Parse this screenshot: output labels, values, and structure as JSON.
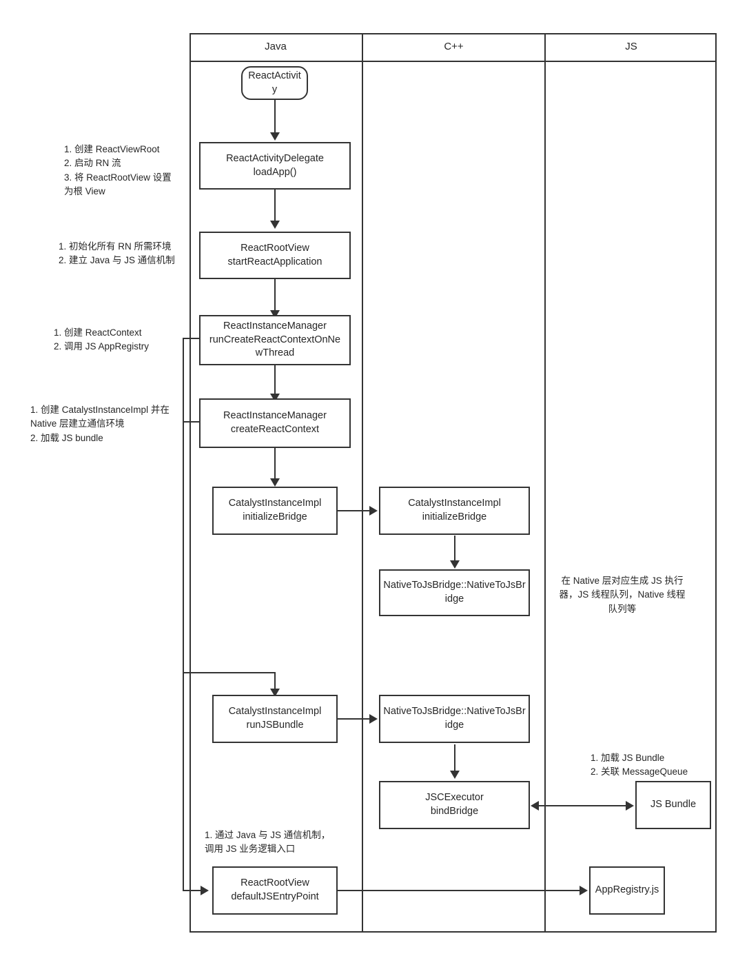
{
  "diagram": {
    "title": "React Native startup flow",
    "line_color": "#333333",
    "text_color": "#262626",
    "background": "#ffffff"
  },
  "lanes": [
    {
      "id": "java",
      "label": "Java"
    },
    {
      "id": "cpp",
      "label": "C++"
    },
    {
      "id": "js",
      "label": "JS"
    }
  ],
  "nodes": {
    "react_activity": {
      "label": "ReactActivit\ny",
      "shape": "stadium",
      "lane": "java"
    },
    "react_activity_delegate": {
      "label": "ReactActivityDelegate\nloadApp()",
      "shape": "rect",
      "lane": "java"
    },
    "react_root_view_start": {
      "label": "ReactRootView\nstartReactApplication",
      "shape": "rect",
      "lane": "java"
    },
    "rim_run_create": {
      "label": "ReactInstanceManager\nrunCreateReactContextOnNe\nwThread",
      "shape": "rect",
      "lane": "java"
    },
    "rim_create_context": {
      "label": "ReactInstanceManager\ncreateReactContext",
      "shape": "rect",
      "lane": "java"
    },
    "catalyst_init_java": {
      "label": "CatalystInstanceImpl\ninitializeBridge",
      "shape": "rect",
      "lane": "java"
    },
    "catalyst_init_cpp": {
      "label": "CatalystInstanceImpl\ninitializeBridge",
      "shape": "rect",
      "lane": "cpp"
    },
    "native_to_js_bridge_1": {
      "label": "NativeToJsBridge::NativeToJsBr\nidge",
      "shape": "rect",
      "lane": "cpp"
    },
    "catalyst_run_bundle": {
      "label": "CatalystInstanceImpl\nrunJSBundle",
      "shape": "rect",
      "lane": "java"
    },
    "native_to_js_bridge_2": {
      "label": "NativeToJsBridge::NativeToJsBr\nidge",
      "shape": "rect",
      "lane": "cpp"
    },
    "jsc_executor_bind": {
      "label": "JSCExecutor\nbindBridge",
      "shape": "rect",
      "lane": "cpp"
    },
    "js_bundle": {
      "label": "JS Bundle",
      "shape": "rect",
      "lane": "js"
    },
    "react_root_view_entry": {
      "label": "ReactRootView\ndefaultJSEntryPoint",
      "shape": "rect",
      "lane": "java"
    },
    "app_registry_js": {
      "label": "AppRegistry.js",
      "shape": "rect",
      "lane": "js"
    }
  },
  "notes": {
    "note_loadapp": "1. 创建 ReactViewRoot\n2. 启动 RN 流\n3. 将 ReactRootView 设置\n为根 View",
    "note_start_app": "1. 初始化所有 RN 所需环境\n2. 建立 Java 与 JS 通信机制",
    "note_create_context": "1. 创建 ReactContext\n2. 调用 JS AppRegistry",
    "note_catalyst": "1. 创建 CatalystInstanceImpl 并在\nNative 层建立通信环境\n2. 加载 JS bundle",
    "note_native_layer": "在 Native 层对应生成 JS 执行\n器，JS 线程队列，Native 线程\n队列等",
    "note_js_bundle": "1. 加载 JS Bundle\n2. 关联 MessageQueue",
    "note_entry_point": "1. 通过 Java 与 JS 通信机制，\n调用 JS 业务逻辑入口"
  }
}
